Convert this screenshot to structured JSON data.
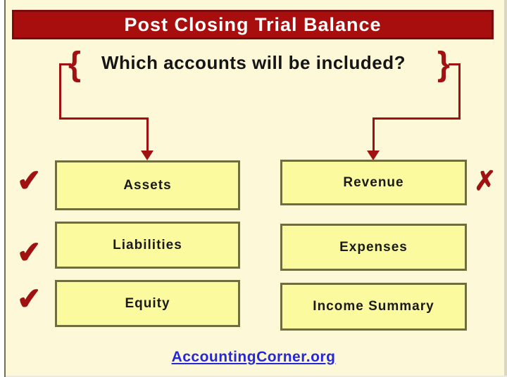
{
  "slide": {
    "title": "Post Closing Trial Balance",
    "question": "Which accounts will be included?"
  },
  "included": {
    "items": [
      {
        "label": "Assets"
      },
      {
        "label": "Liabilities"
      },
      {
        "label": "Equity"
      }
    ]
  },
  "excluded": {
    "items": [
      {
        "label": "Revenue"
      },
      {
        "label": "Expenses"
      },
      {
        "label": "Income Summary"
      }
    ]
  },
  "icons": {
    "check": "✔",
    "cross": "✗",
    "brace_left": "{",
    "brace_right": "}"
  },
  "footer": {
    "link_text": "AccountingCorner.org"
  },
  "colors": {
    "background": "#FCF8D8",
    "header_bg": "#A80E0E",
    "header_border": "#7E0B0B",
    "accent_red": "#A01212",
    "box_fill": "#FBFA9E",
    "box_border": "#6F6D3B",
    "link_blue": "#2727D8",
    "title_text": "#FFFFFF",
    "body_text": "#1A1A1A"
  }
}
